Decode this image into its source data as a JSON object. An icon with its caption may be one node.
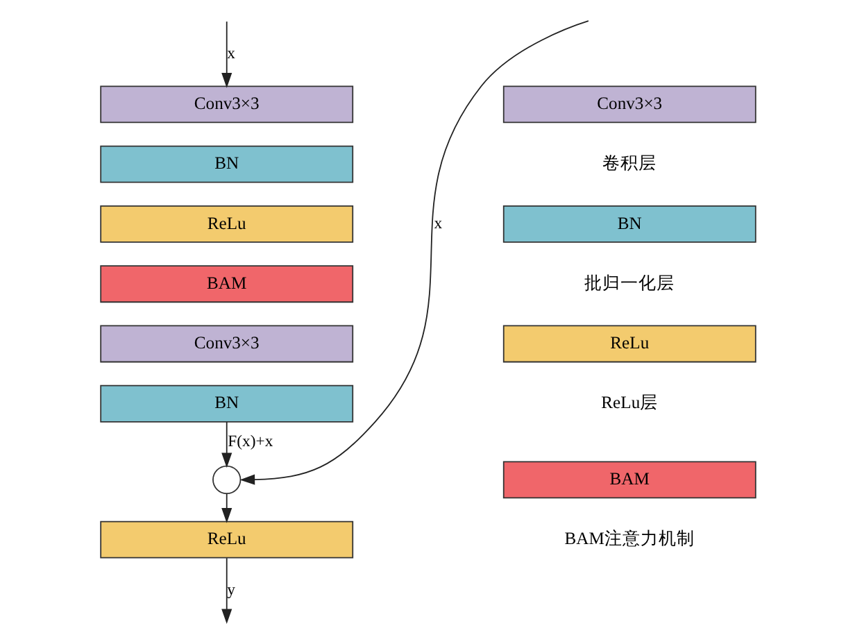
{
  "diagram": {
    "nodes": [
      {
        "text": [
          "Conv3×3"
        ]
      },
      {
        "text": [
          "BN"
        ]
      },
      {
        "text": [
          "ReLu"
        ]
      },
      {
        "text": [
          "BAM"
        ]
      },
      {
        "text": [
          "Conv3×3"
        ]
      },
      {
        "text": [
          "BN"
        ]
      },
      {
        "text": [],
        "shape": "circle"
      },
      {
        "text": [
          "ReLu"
        ]
      },
      {
        "text": [
          "Conv3×3"
        ],
        "beside": [
          "卷积层"
        ]
      },
      {
        "text": [
          "BN"
        ],
        "beside": [
          "批归一化层"
        ]
      },
      {
        "text": [
          "ReLu"
        ],
        "beside": [
          "ReLu层"
        ]
      },
      {
        "text": [
          "BAM"
        ],
        "beside": [
          "BAM注意力机制"
        ]
      }
    ],
    "edges": [
      {
        "from": null,
        "to": 0,
        "arrow": "to",
        "label": "x"
      },
      {
        "from": null,
        "to": 6,
        "arrow": "to",
        "label": "x"
      },
      {
        "from": 5,
        "to": 6,
        "arrow": "to",
        "label": "F(x)+x"
      },
      {
        "from": 6,
        "to": 7,
        "arrow": "to"
      },
      {
        "from": 7,
        "to": null,
        "arrow": "to",
        "label": "y"
      }
    ]
  }
}
